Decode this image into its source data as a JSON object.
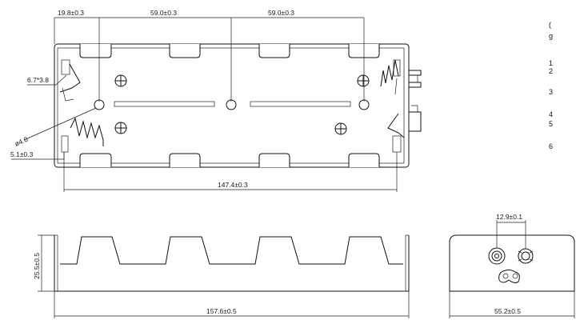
{
  "dimensions": {
    "top_left_offset": "19.8±0.3",
    "top_span_1": "59.0±0.3",
    "top_span_2": "59.0±0.3",
    "slot_size": "6.7*3.8",
    "hole_diameter": "ø4.0",
    "bottom_offset": "5.1±0.3",
    "inner_length": "147.4±0.3",
    "height": "25.5±0.5",
    "total_length": "157.6±0.5",
    "terminal_spacing": "12.9±0.1",
    "width": "55.2±0.5"
  },
  "notes_cropped": [
    "(",
    "g",
    "1",
    "2",
    "3",
    "4",
    "5",
    "6"
  ]
}
